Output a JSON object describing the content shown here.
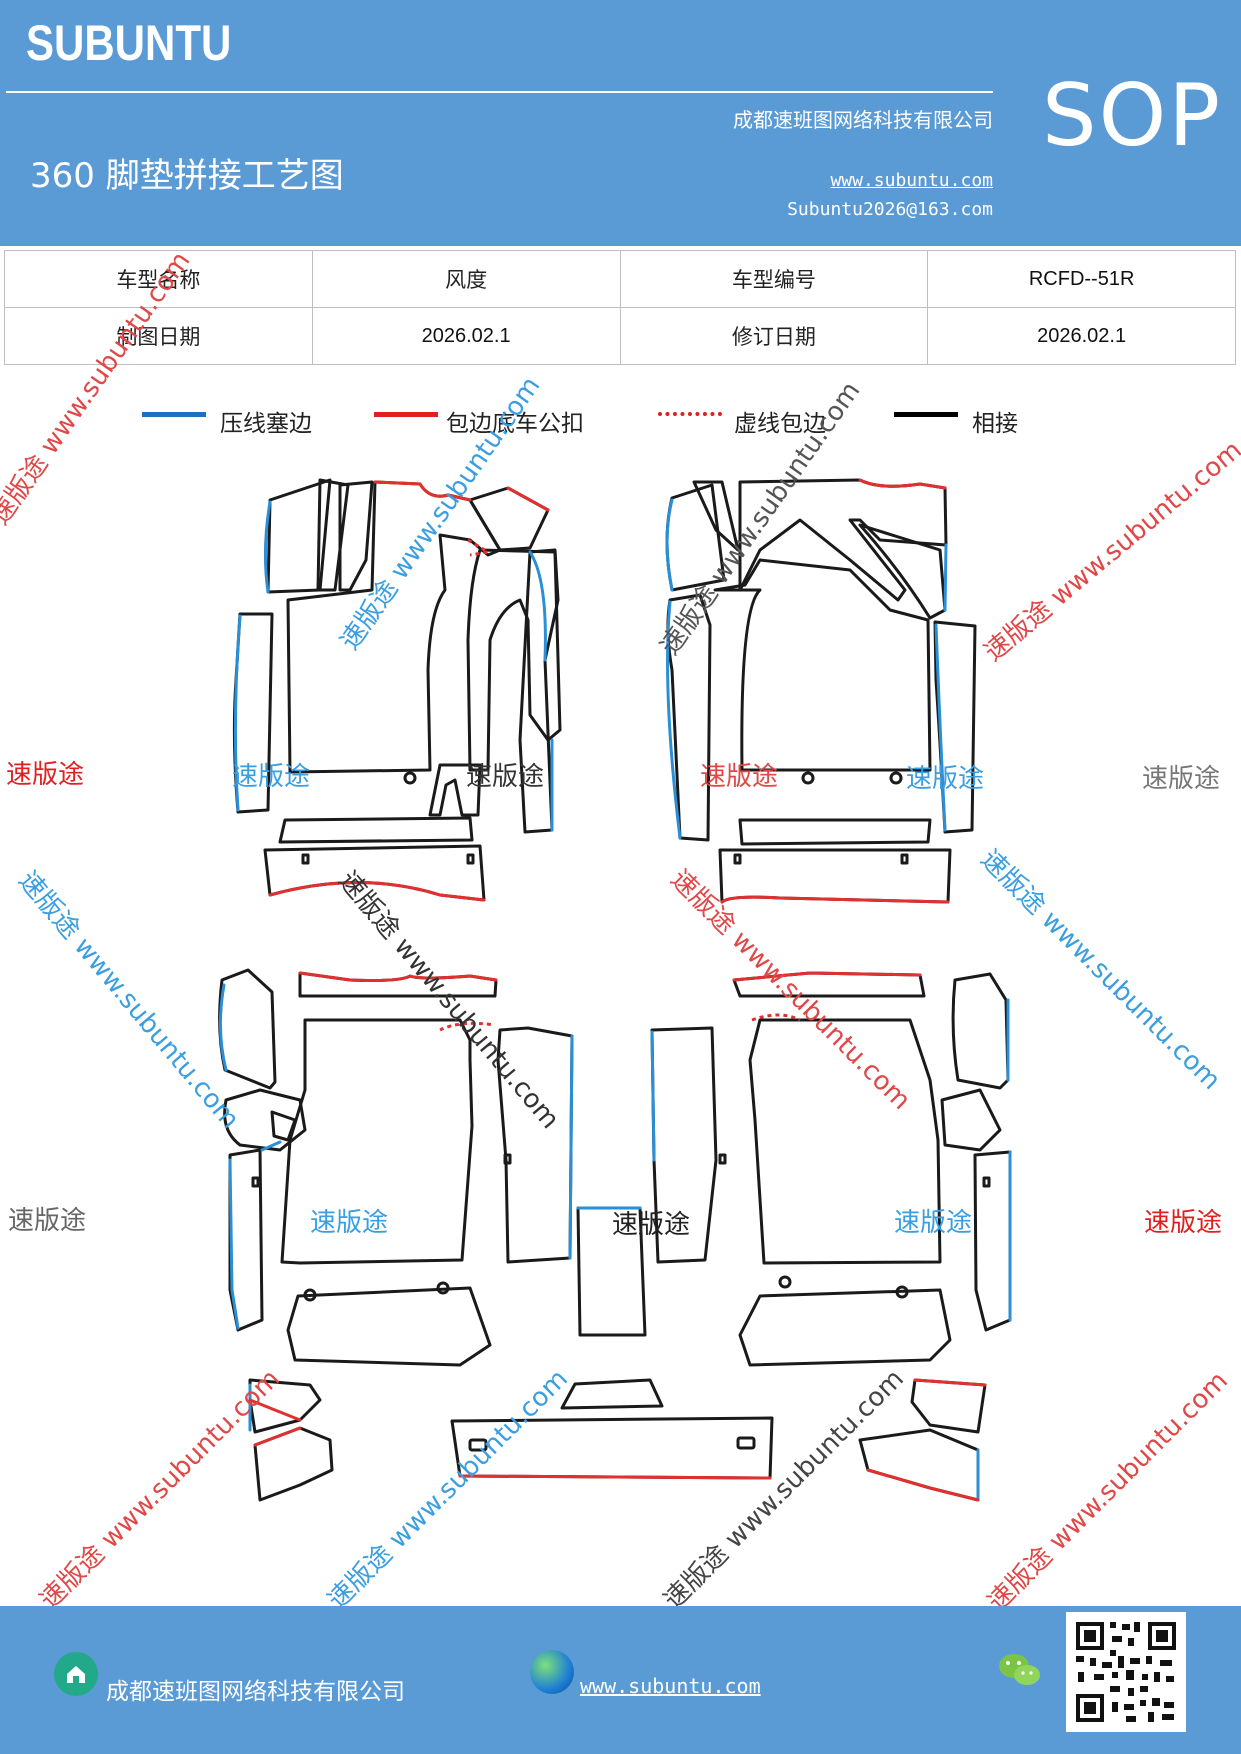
{
  "header": {
    "logo": "SUBUNTU",
    "company": "成都速班图网络科技有限公司",
    "title": "360 脚垫拼接工艺图",
    "website": "www.subuntu.com",
    "email": "Subuntu2026@163.com",
    "badge": "SOP"
  },
  "info_table": {
    "row1": {
      "label1": "车型名称",
      "value1": "风度",
      "label2": "车型编号",
      "value2": "RCFD--51R"
    },
    "row2": {
      "label1": "制图日期",
      "value1": "2026.02.1",
      "label2": "修订日期",
      "value2": "2026.02.1"
    }
  },
  "legend": [
    {
      "label": "压线塞边",
      "color": "#1f6fc0",
      "style": "solid"
    },
    {
      "label": "包边底车公扣",
      "color": "#e02020",
      "style": "solid"
    },
    {
      "label": "虚线包边",
      "color": "#e02020",
      "style": "dotted"
    },
    {
      "label": "相接",
      "color": "#000000",
      "style": "solid"
    }
  ],
  "watermarks": {
    "brand": "速版途",
    "diagonal": "速版途 www.subuntu.com",
    "url": "www.subuntu.com"
  },
  "colors": {
    "header_bg": "#5b9bd5",
    "blue_edge": "#2b8fd6",
    "red_edge": "#e03030",
    "outline": "#1a1a1a"
  },
  "footer": {
    "company": "成都速班图网络科技有限公司",
    "website": "www.subuntu.com",
    "icons": [
      "company-icon",
      "globe-icon",
      "wechat-icon",
      "qr-code"
    ]
  }
}
